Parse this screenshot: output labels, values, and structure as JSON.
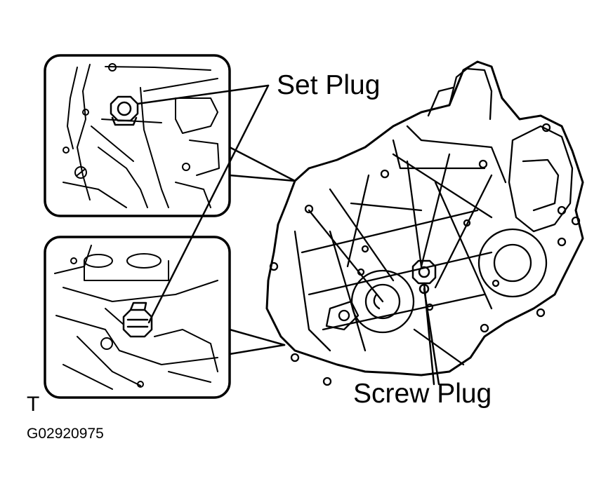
{
  "labels": {
    "set_plug": "Set Plug",
    "screw_plug": "Screw Plug",
    "view_letter": "T",
    "figure_code": "G02920975"
  },
  "colors": {
    "ink": "#000000",
    "paper": "#ffffff"
  },
  "icons": [
    "transaxle-housing-icon",
    "set-plug-detail-upper-icon",
    "set-plug-detail-lower-icon"
  ]
}
